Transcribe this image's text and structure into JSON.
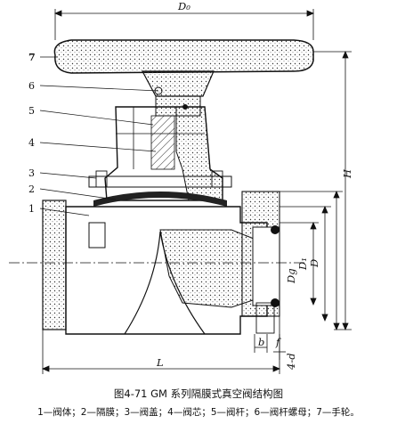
{
  "figure": {
    "part_numbers": [
      "1",
      "2",
      "3",
      "4",
      "5",
      "6",
      "7"
    ],
    "dimension_labels": {
      "top_width": "D₀",
      "height": "H",
      "length": "L",
      "dg": "Dg",
      "d1": "D₁",
      "d": "D",
      "b": "b",
      "f": "f",
      "holes": "4-d"
    },
    "caption": {
      "title": "图4-71  GM 系列隔膜式真空阀结构图",
      "legend": "1—阀体；2—隔膜；3—阀盖；4—阀芯；5—阀杆；6—阀杆螺母；7—手轮。"
    }
  }
}
